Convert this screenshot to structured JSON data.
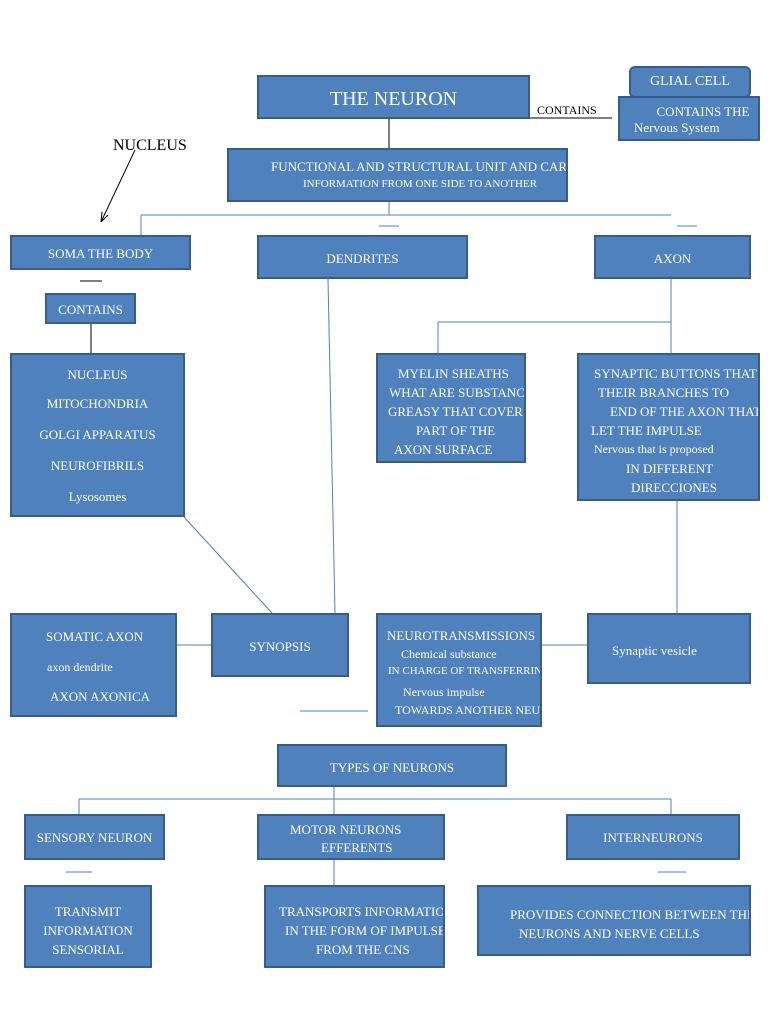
{
  "neuron": "THE NEURON",
  "glial": "GLIAL CELL",
  "contains_label": "CONTAINS",
  "contains_the": [
    "CONTAINS THE",
    "Nervous System"
  ],
  "nucleus_label": "NUCLEUS",
  "functional": [
    "FUNCTIONAL AND STRUCTURAL UNIT AND CARRIES",
    "INFORMATION FROM ONE SIDE TO ANOTHER"
  ],
  "soma": "SOMA THE BODY",
  "dendrites": "DENDRITES",
  "axon": "AXON",
  "contains_box": "CONTAINS",
  "organelles": [
    "NUCLEUS",
    "MITOCHONDRIA",
    "GOLGI APPARATUS",
    "NEUROFIBRILS",
    "Lysosomes"
  ],
  "myelin": [
    "MYELIN SHEATHS",
    "WHAT ARE SUBSTANCES",
    "GREASY THAT COVER",
    "PART OF THE",
    "AXON SURFACE"
  ],
  "synaptic_buttons": [
    "SYNAPTIC BUTTONS THAT",
    "THEIR BRANCHES TO",
    "END OF THE AXON THAT",
    "LET THE IMPULSE",
    "Nervous that is proposed",
    "IN DIFFERENT",
    "DIRECCIONES"
  ],
  "somatic": [
    "SOMATIC AXON",
    "axon dendrite",
    "AXON AXONICA"
  ],
  "synopsis": "SYNOPSIS",
  "neurotrans": [
    "NEUROTRANSMISSIONS",
    "Chemical substance",
    "IN CHARGE OF TRANSFERRING",
    "Nervous impulse",
    "TOWARDS ANOTHER NEURON"
  ],
  "vesicle": "Synaptic vesicle",
  "types": "TYPES OF NEURONS",
  "sensory": "SENSORY NEURON",
  "motor": [
    "MOTOR NEURONS",
    "EFFERENTS"
  ],
  "inter": "INTERNEURONS",
  "transmit": [
    "TRANSMIT",
    "INFORMATION",
    "SENSORIAL"
  ],
  "transports": [
    "TRANSPORTS INFORMATION",
    "IN THE FORM OF IMPULSES",
    "FROM THE CNS"
  ],
  "provides": [
    "PROVIDES CONNECTION BETWEEN THE",
    "NEURONS AND NERVE CELLS"
  ]
}
